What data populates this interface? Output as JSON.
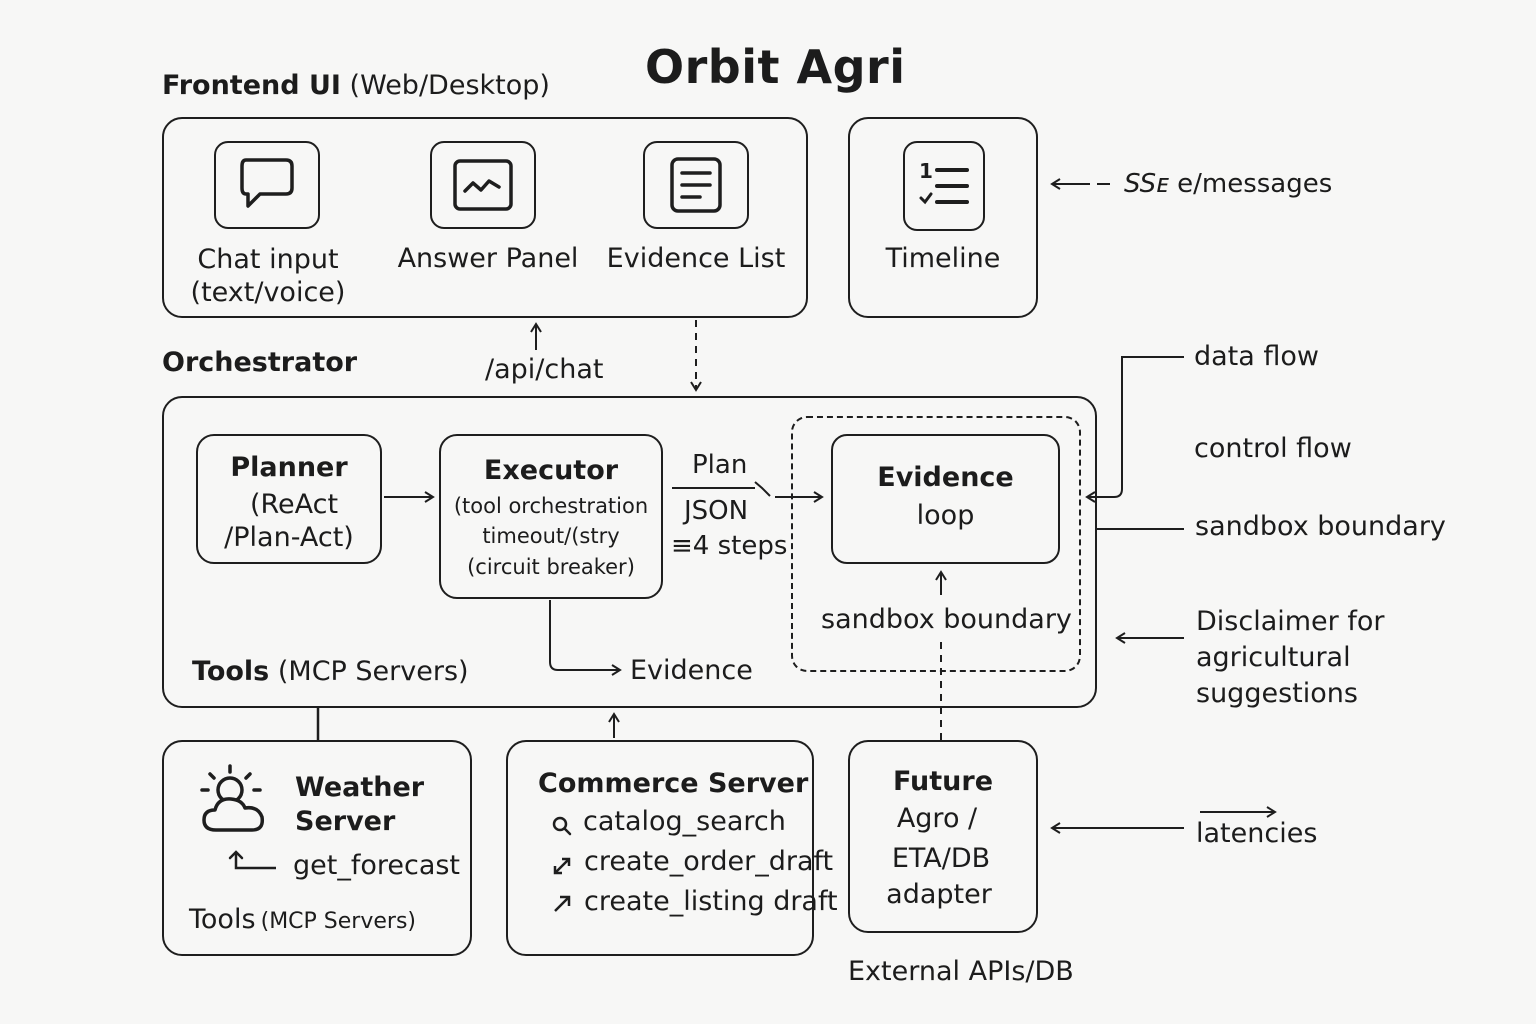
{
  "title": "Orbit Agri",
  "frontend": {
    "label_bold": "Frontend UI",
    "label_rest": "(Web/Desktop)",
    "items": [
      {
        "label": "Chat input\n(text/voice)",
        "icon": "chat-bubble-icon"
      },
      {
        "label": "Answer Panel",
        "icon": "chart-line-icon"
      },
      {
        "label": "Evidence List",
        "icon": "document-list-icon"
      }
    ]
  },
  "timeline": {
    "label": "Timeline",
    "icon": "numbered-list-icon"
  },
  "sse_label": "SSE e/messages",
  "sse_prefix": "SSᴇ",
  "sse_suffix": "e/messages",
  "api_chat": "/api/chat",
  "orchestrator": {
    "label": "Orchestrator",
    "planner": {
      "title": "Planner",
      "line1": "(ReAct",
      "line2": "/Plan-Act)"
    },
    "executor": {
      "title": "Executor",
      "line1": "(tool orchestration",
      "line2": "timeout/(stry",
      "line3": "(circuit breaker)"
    },
    "plan_label": "Plan",
    "json_label": "JSON",
    "steps_label": "≡4 steps",
    "evidence_loop": {
      "line1": "Evidence",
      "line2": "loop"
    },
    "sandbox_inner": "sandbox boundary",
    "evidence_out": "Evidence",
    "tools_bold": "Tools",
    "tools_rest": "(MCP Servers)"
  },
  "legend": {
    "data_flow": "data flow",
    "control_flow": "control flow",
    "sandbox_boundary": "sandbox boundary",
    "disclaimer": "Disclaimer for\nagricultural\nsuggestions",
    "latencies": "latencies"
  },
  "weather": {
    "title": "Weather\nServer",
    "method": "get_forecast",
    "tools_bold": "Tools",
    "tools_rest": "(MCP Servers)",
    "icon": "sun-cloud-icon"
  },
  "commerce": {
    "title": "Commerce Server",
    "methods": [
      {
        "label": "catalog_search",
        "icon": "search-icon"
      },
      {
        "label": "create_order_draft",
        "icon": "diagonal-arrows-icon"
      },
      {
        "label": "create_listing draft",
        "icon": "arrow-up-right-icon"
      }
    ]
  },
  "future": {
    "title": "Future",
    "line1": "Agro /",
    "line2": "ETA/DB",
    "line3": "adapter"
  },
  "external": "External APIs/DB"
}
